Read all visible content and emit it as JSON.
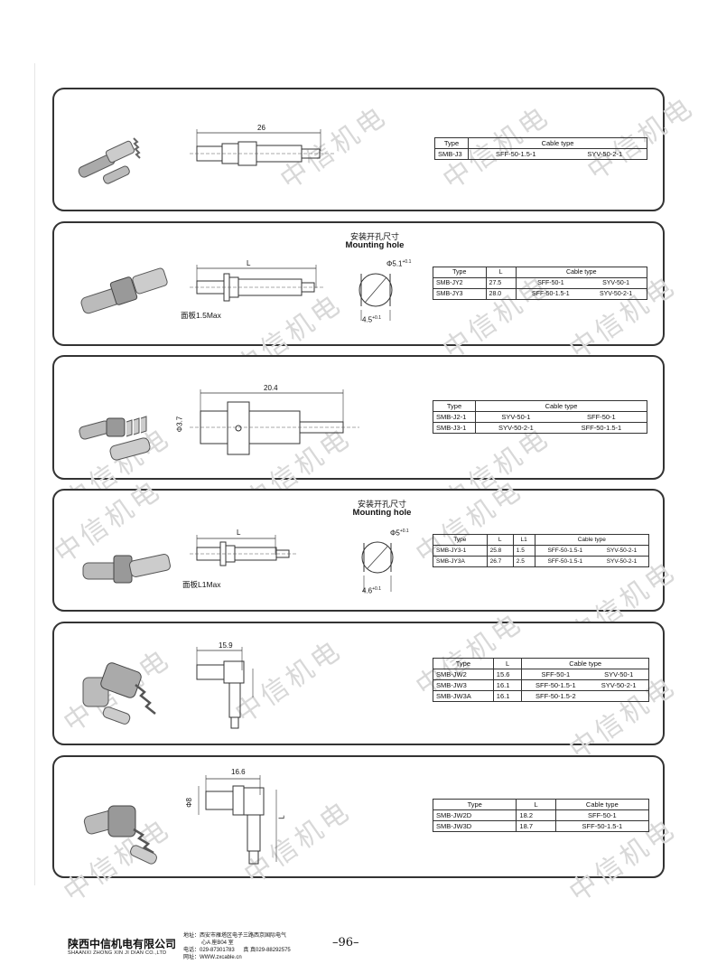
{
  "watermark": "中信机电",
  "sections": [
    {
      "dims": {
        "length": "26"
      },
      "table": {
        "headers": [
          "Type",
          "Cable type"
        ],
        "rows": [
          [
            "SMB-J3",
            "SFF-50-1.5-1",
            "SYV-50-2-1"
          ]
        ]
      }
    },
    {
      "title_cn": "安装开孔尺寸",
      "title_en": "Mounting hole",
      "dims": {
        "length": "L",
        "panel": "面板1.5Max",
        "hole_d": "Φ5.1",
        "hole_d_tol": "+0.1",
        "hole_flat": "4.5",
        "hole_flat_tol": "+0.1"
      },
      "table": {
        "headers": [
          "Type",
          "L",
          "Cable type"
        ],
        "rows": [
          [
            "SMB-JY2",
            "27.5",
            "SFF-50-1",
            "SYV-50-1"
          ],
          [
            "SMB-JY3",
            "28.0",
            "SFF-50-1.5-1",
            "SYV-50-2-1"
          ]
        ]
      }
    },
    {
      "dims": {
        "length": "20.4",
        "diameter": "Φ3.7"
      },
      "table": {
        "headers": [
          "Type",
          "Cable type"
        ],
        "rows": [
          [
            "SMB-J2-1",
            "SYV-50-1",
            "SFF-50-1"
          ],
          [
            "SMB-J3-1",
            "SYV-50-2-1",
            "SFF-50-1.5-1"
          ]
        ]
      }
    },
    {
      "title_cn": "安装开孔尺寸",
      "title_en": "Mounting hole",
      "dims": {
        "length": "L",
        "panel": "面板L1Max",
        "hole_d": "Φ5",
        "hole_d_tol": "+0.1",
        "hole_flat": "4.6",
        "hole_flat_tol": "+0.1"
      },
      "table": {
        "headers": [
          "Type",
          "L",
          "L1",
          "Cable type"
        ],
        "rows": [
          [
            "SMB-JY3-1",
            "25.8",
            "1.5",
            "SFF-50-1.5-1",
            "SYV-50-2-1"
          ],
          [
            "SMB-JY3A",
            "26.7",
            "2.5",
            "SFF-50-1.5-1",
            "SYV-50-2-1"
          ]
        ]
      }
    },
    {
      "dims": {
        "length": "15.9"
      },
      "table": {
        "headers": [
          "Type",
          "L",
          "Cable type"
        ],
        "rows": [
          [
            "SMB-JW2",
            "15.6",
            "SFF-50-1",
            "SYV-50-1"
          ],
          [
            "SMB-JW3",
            "16.1",
            "SFF-50-1.5-1",
            "SYV-50-2-1"
          ],
          [
            "SMB-JW3A",
            "16.1",
            "SFF-50-1.5-2",
            ""
          ]
        ]
      }
    },
    {
      "dims": {
        "length": "16.6",
        "diameter": "Φ8",
        "side": "L"
      },
      "table": {
        "headers": [
          "Type",
          "L",
          "Cable type"
        ],
        "rows": [
          [
            "SMB-JW2D",
            "18.2",
            "SFF-50-1"
          ],
          [
            "SMB-JW3D",
            "18.7",
            "SFF-50-1.5-1"
          ]
        ]
      }
    }
  ],
  "footer": {
    "company_cn": "陕西中信机电有限公司",
    "company_en": "SHAANXI ZHONG XIN JI DIAN CO.,LTD",
    "address_line1": "地址：西安市雁塔区电子三路西京国际电气",
    "address_line2": "心A 座B04 室",
    "phone": "电话：029-87301783",
    "fax": "真 真029-88292575",
    "website": "网址：WWW.zxcable.cn",
    "page": "–96–"
  }
}
